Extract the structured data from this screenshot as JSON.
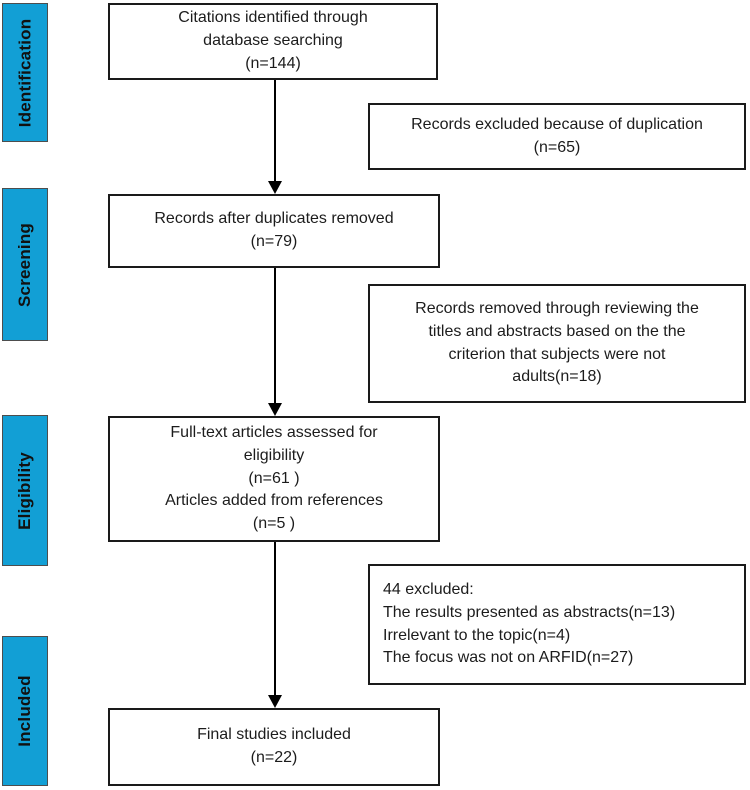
{
  "palette": {
    "stage_fill": "#129fd5",
    "stage_border": "#4d4d4d",
    "box_border": "#1a1a1a",
    "text": "#1c1c1c",
    "background": "#ffffff"
  },
  "stages": {
    "identification": "Identification",
    "screening": "Screening",
    "eligibility": "Eligibility",
    "included": "Included"
  },
  "boxes": {
    "citations": "Citations identified through\ndatabase searching\n(n=144)",
    "excluded_duplication": "Records excluded because of duplication\n(n=65)",
    "after_duplicates": "Records after duplicates removed\n(n=79)",
    "removed_title_abstract": "Records removed through reviewing the\ntitles and abstracts based on the the\ncriterion that subjects were not\nadults(n=18)",
    "fulltext": "Full-text articles assessed for\neligibility\n(n=61 )\nArticles added from references\n(n=5 )",
    "excluded_fulltext": "44 excluded:\nThe results presented as abstracts(n=13)\nIrrelevant to the topic(n=4)\nThe focus was not on ARFID(n=27)",
    "final": "Final studies included\n(n=22)"
  }
}
